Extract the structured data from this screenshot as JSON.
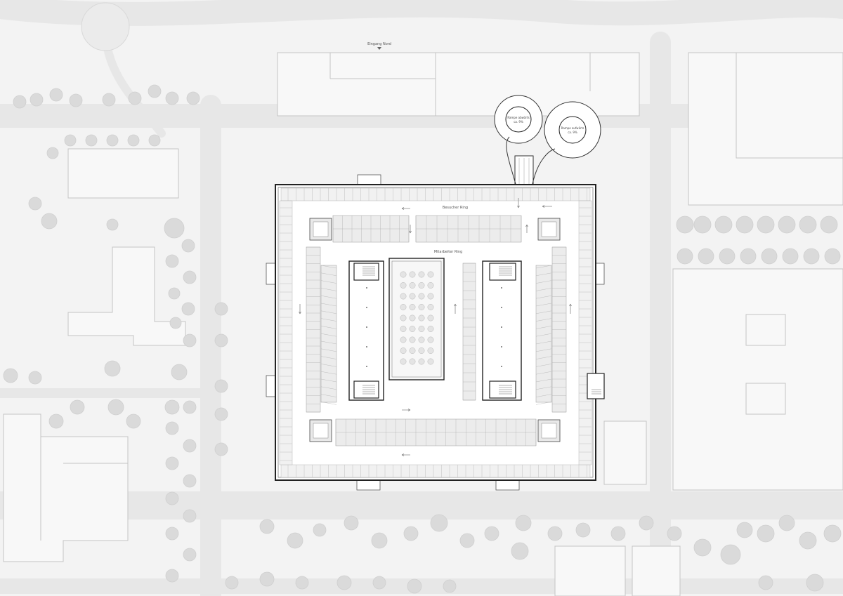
{
  "labels": {
    "entrance": "Eingang Nord",
    "visitor_ring": "Besucher Ring",
    "staff_ring": "Mitarbeiter Ring",
    "ramp_down": "Rampe abwärts",
    "ramp_down_sub": "ca. 9%",
    "ramp_up": "Rampe aufwärts",
    "ramp_up_sub": "ca. 9%"
  },
  "colors": {
    "background": "#f3f3f3",
    "road": "#e9e9e9",
    "building_fill": "#f8f8f8",
    "building_line": "#c4c4c4",
    "garage_fill": "#ffffff",
    "garage_line": "#222222",
    "parking_fill": "#ececec",
    "tree": "#dadada"
  }
}
